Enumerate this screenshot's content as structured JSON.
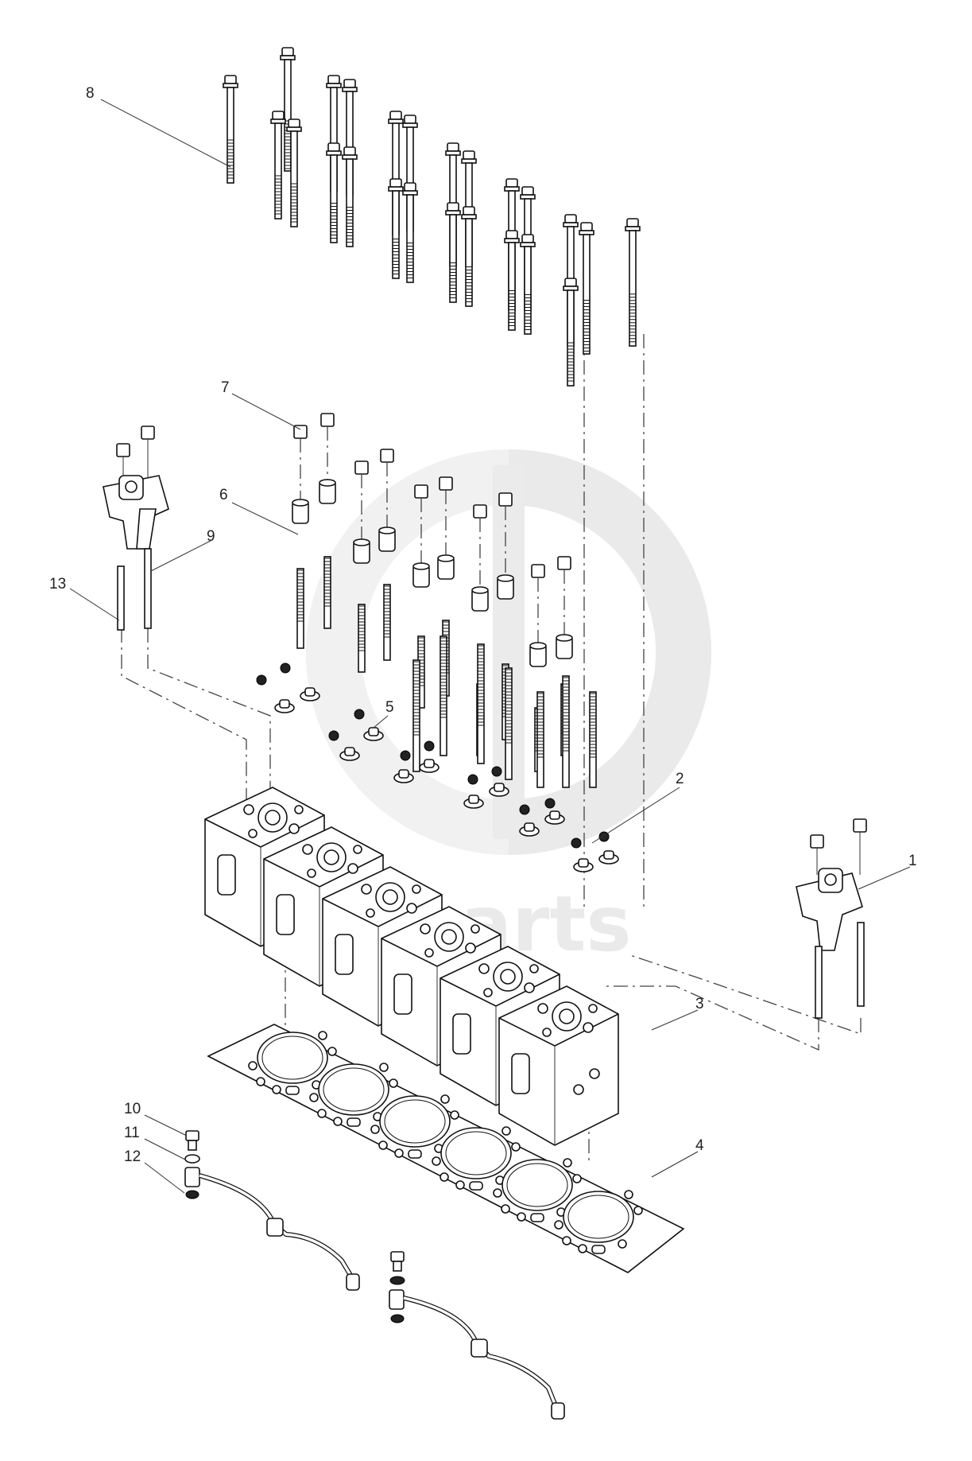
{
  "watermark": {
    "text": "dasparts",
    "color": "#d9d9d9"
  },
  "callouts": [
    {
      "id": "1",
      "label": "1"
    },
    {
      "id": "2",
      "label": "2"
    },
    {
      "id": "3",
      "label": "3"
    },
    {
      "id": "4",
      "label": "4"
    },
    {
      "id": "5",
      "label": "5"
    },
    {
      "id": "6",
      "label": "6"
    },
    {
      "id": "7",
      "label": "7"
    },
    {
      "id": "8",
      "label": "8"
    },
    {
      "id": "9",
      "label": "9"
    },
    {
      "id": "10",
      "label": "10"
    },
    {
      "id": "11",
      "label": "11"
    },
    {
      "id": "12",
      "label": "12"
    },
    {
      "id": "13",
      "label": "13"
    }
  ],
  "icons": {
    "bolt": "bolt-icon",
    "stud": "stud-icon",
    "nut": "nut-icon",
    "sleeve": "sleeve-icon",
    "valve_seal": "valve-seal-icon",
    "bracket": "bracket-icon",
    "cylinder_head": "cylinder-head-icon",
    "gasket": "head-gasket-icon",
    "pipe": "injector-pipe-icon",
    "washer": "washer-icon",
    "banjo_bolt": "banjo-bolt-icon"
  }
}
